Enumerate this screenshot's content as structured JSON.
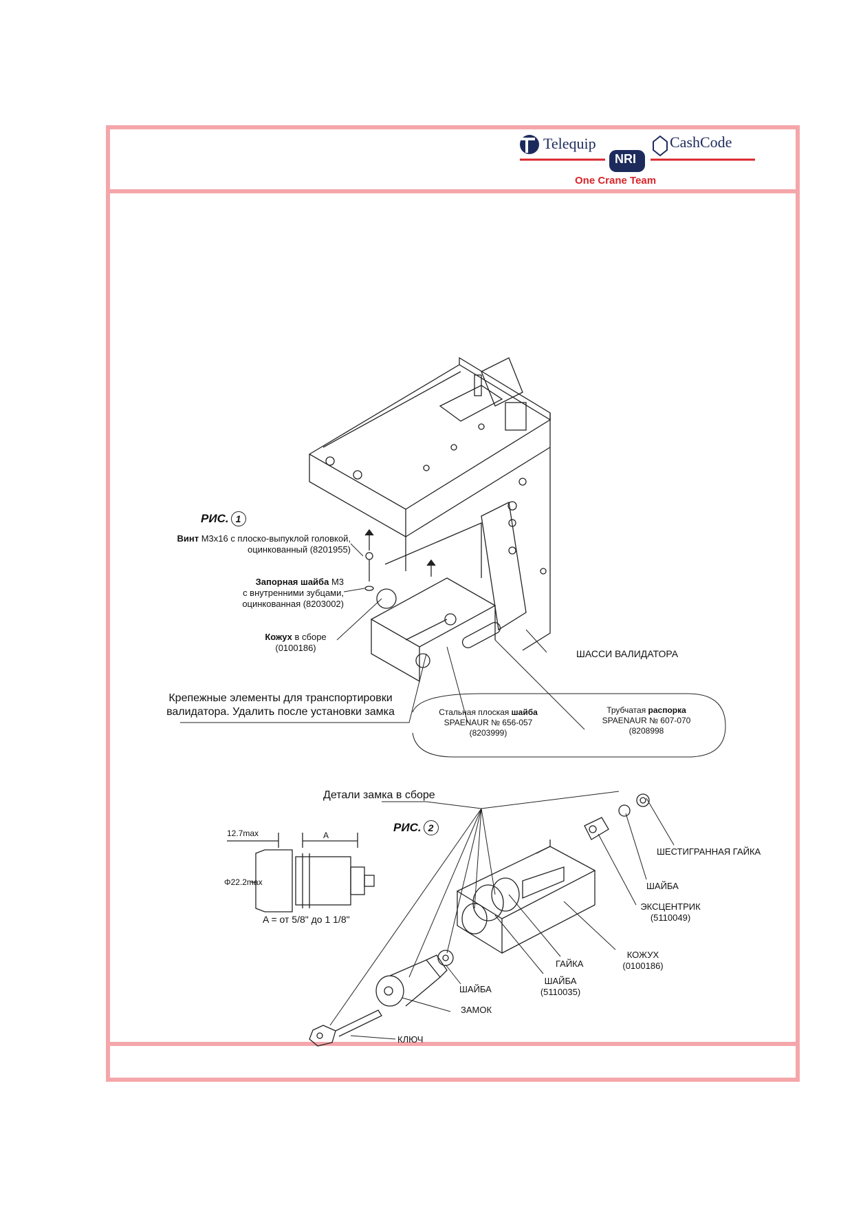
{
  "header": {
    "logo_telequip": "Telequip",
    "logo_nri": "NRI",
    "logo_cashcode": "CashCode",
    "team": "One Crane Team"
  },
  "fig1": {
    "label": "РИС.",
    "number": "1",
    "screw": {
      "bold": "Винт",
      "rest": " M3x16 с плоско-выпуклой головкой,",
      "line2": "оцинкованный (8201955)"
    },
    "washer": {
      "bold": "Запорная шайба",
      "rest": " M3",
      "line2": "с внутренними зубцами,",
      "line3": "оцинкованная (8203002)"
    },
    "cover": {
      "bold": "Кожух",
      "rest": " в сборе",
      "line2": "(0100186)"
    },
    "chassis": "ШАССИ ВАЛИДАТОРА",
    "shipping_line1": "Крепежные элементы для транспортировки",
    "shipping_line2": "валидатора. Удалить после установки замка",
    "steel_washer": {
      "pre": "Стальная плоская ",
      "bold": "шайба",
      "line2": "SPAENAUR №  656-057",
      "line3": "(8203999)"
    },
    "spacer": {
      "pre": "Трубчатая ",
      "bold": "распорка",
      "line2": "SPAENAUR № 607-070",
      "line3": "(8208998"
    }
  },
  "fig2": {
    "label": "РИС.",
    "number": "2",
    "assembly": "Детали замка в сборе",
    "dim_max": "12.7max",
    "dim_a": "A",
    "dim_dia": "Φ22.2max",
    "formula": "A = от 5/8\" до 1 1/8\"",
    "hex_nut": "ШЕСТИГРАННАЯ ГАЙКА",
    "washer_top": "ШАЙБА",
    "cam": "ЭКСЦЕНТРИК",
    "cam_code": "(5110049)",
    "cover": "КОЖУХ",
    "cover_code": "(0100186)",
    "nut": "ГАЙКА",
    "washer_mid": "ШАЙБА",
    "washer_mid_code": "(5110035)",
    "washer_low": "ШАЙБА",
    "lock": "ЗАМОК",
    "key": "КЛЮЧ"
  }
}
